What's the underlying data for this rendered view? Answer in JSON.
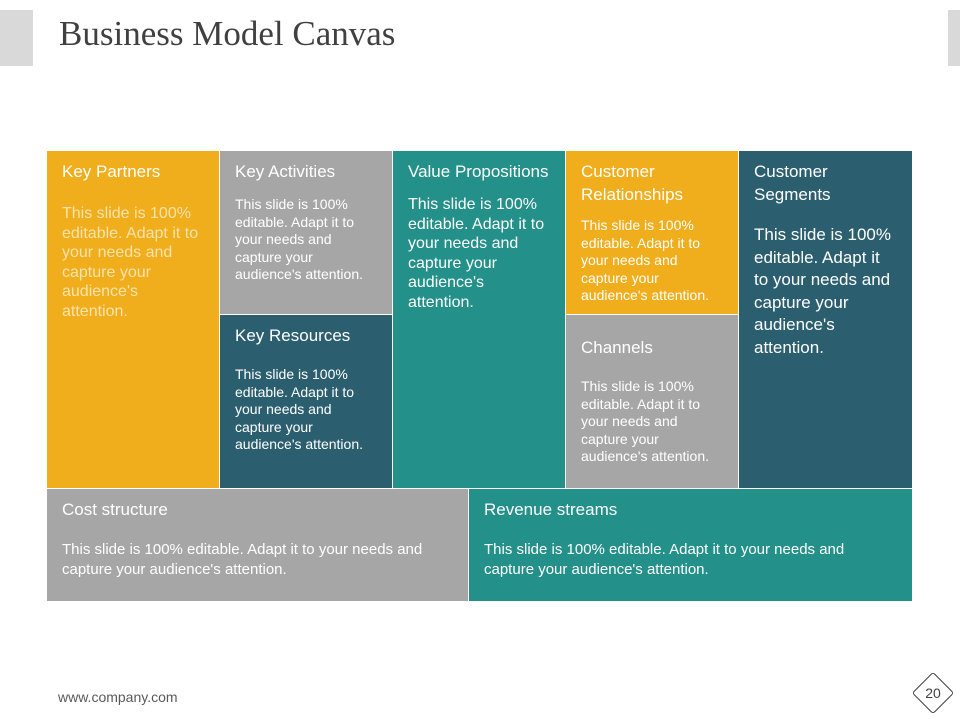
{
  "slide": {
    "title": "Business Model Canvas",
    "footer_url": "www.company.com",
    "page_number": "20"
  },
  "canvas": {
    "key_partners": {
      "heading": "Key Partners",
      "body": "This slide is 100% editable. Adapt it to your needs and capture your audience's attention.",
      "color": "#f0ad1c"
    },
    "key_activities": {
      "heading": "Key Activities",
      "body": "This slide is 100% editable. Adapt it to your needs and capture your audience's attention.",
      "color": "#a6a6a6"
    },
    "key_resources": {
      "heading": "Key Resources",
      "body": "This slide is 100% editable. Adapt it to your needs and capture your audience's attention.",
      "color": "#2b5f70"
    },
    "value_propositions": {
      "heading": "Value Propositions",
      "body": "This slide is 100% editable. Adapt it to your needs and capture your audience's attention.",
      "color": "#239089"
    },
    "customer_relationships": {
      "heading": "Customer Relationships",
      "body": "This slide is 100% editable. Adapt it to your needs and capture your audience's attention.",
      "color": "#f0ad1c"
    },
    "channels": {
      "heading": "Channels",
      "body": "This slide is 100% editable. Adapt it to your needs and capture your audience's attention.",
      "color": "#a6a6a6"
    },
    "customer_segments": {
      "heading": "Customer Segments",
      "body": "This slide is 100% editable. Adapt it to your needs and capture your audience's attention.",
      "color": "#2b5f70"
    },
    "cost_structure": {
      "heading": "Cost structure",
      "body": "This slide is 100% editable. Adapt it to your needs and capture your audience's attention.",
      "color": "#a6a6a6"
    },
    "revenue_streams": {
      "heading": "Revenue streams",
      "body": "This slide is 100% editable. Adapt it to your needs and capture your audience's attention.",
      "color": "#239089"
    }
  }
}
